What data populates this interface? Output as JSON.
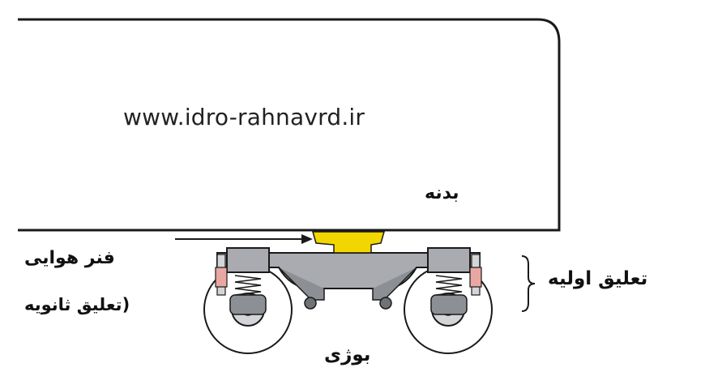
{
  "diagram": {
    "watermark": "www.idro-rahnavrd.ir",
    "labels": {
      "car_body": "بدنه",
      "air_spring": "فنر هوایی",
      "secondary_suspension": "(تعلیق ثانویه",
      "primary_suspension": "تعلیق اولیه",
      "bogie": "بوژی"
    },
    "colors": {
      "outline": "#1a1a1a",
      "air_spring": "#f2d600",
      "bogie_frame": "#a9abb0",
      "bogie_frame_dark": "#6f7277",
      "damper_pink": "#e8a7a3",
      "wheel": "#ffffff"
    }
  }
}
